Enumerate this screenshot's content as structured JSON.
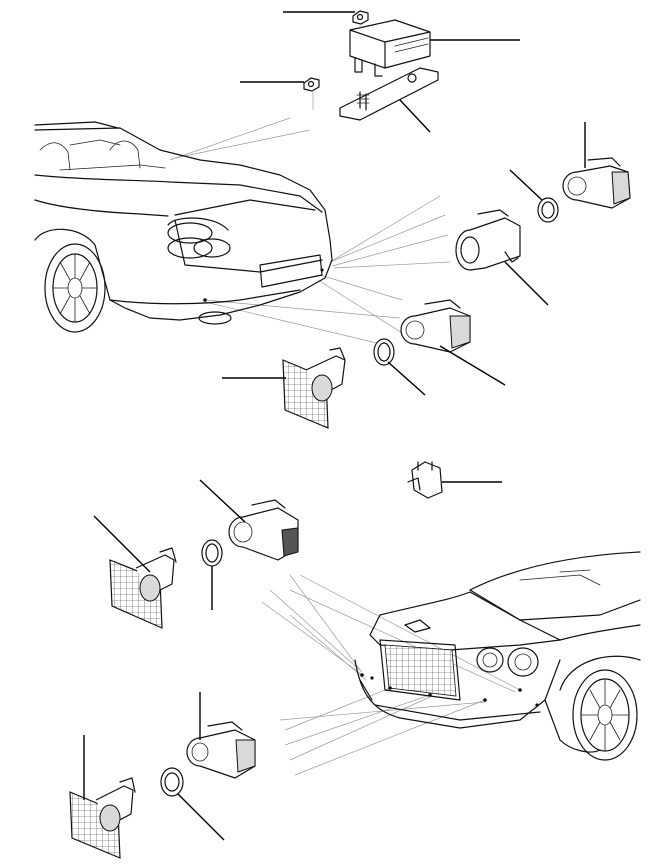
{
  "diagram": {
    "kind": "exploded parts illustration",
    "labels": [],
    "colors": {
      "ink": "#111111",
      "rays": "#9a9a9a",
      "background": "#ffffff"
    },
    "components": [
      {
        "id": "rear-control-module",
        "icon": "control-module-icon"
      },
      {
        "id": "module-mounting-bracket",
        "icon": "bracket-icon"
      },
      {
        "id": "module-nut-top",
        "icon": "nut-icon"
      },
      {
        "id": "module-nut-left",
        "icon": "nut-icon"
      },
      {
        "id": "rear-outer-sensor",
        "icon": "parking-sensor-icon"
      },
      {
        "id": "rear-outer-sensor-seal",
        "icon": "seal-ring-icon"
      },
      {
        "id": "rear-sensor-holder",
        "icon": "sensor-holder-icon"
      },
      {
        "id": "rear-inner-sensor",
        "icon": "parking-sensor-icon"
      },
      {
        "id": "rear-inner-sensor-seal",
        "icon": "seal-ring-icon"
      },
      {
        "id": "rear-mesh-bracket",
        "icon": "mesh-bracket-icon"
      },
      {
        "id": "front-retaining-clip",
        "icon": "clip-icon"
      },
      {
        "id": "front-upper-sensor",
        "icon": "parking-sensor-icon"
      },
      {
        "id": "front-upper-sensor-seal",
        "icon": "seal-ring-icon"
      },
      {
        "id": "front-upper-mesh-bracket",
        "icon": "mesh-bracket-icon"
      },
      {
        "id": "front-lower-sensor",
        "icon": "parking-sensor-icon"
      },
      {
        "id": "front-lower-sensor-seal",
        "icon": "seal-ring-icon"
      },
      {
        "id": "front-lower-mesh-bracket",
        "icon": "mesh-bracket-icon"
      },
      {
        "id": "rear-car-view",
        "icon": "car-rear-icon"
      },
      {
        "id": "front-car-view",
        "icon": "car-front-icon"
      }
    ]
  }
}
